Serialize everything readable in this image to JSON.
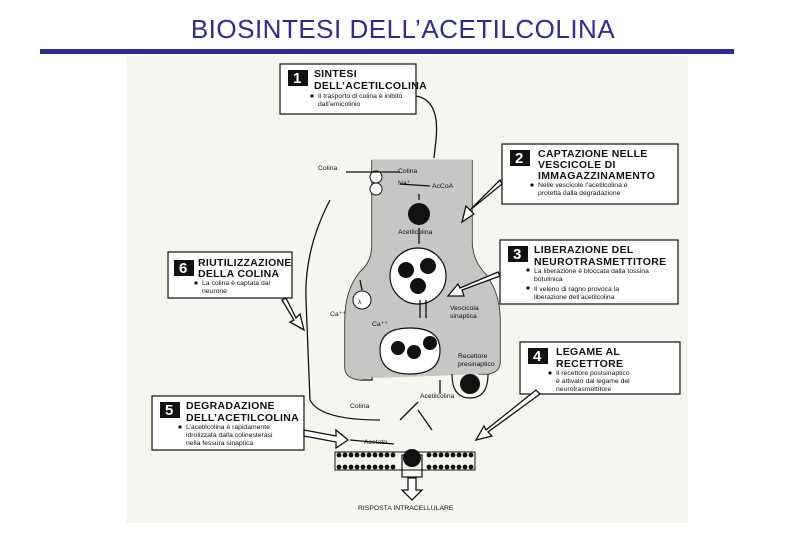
{
  "title": "BIOSINTESI DELL’ACETILCOLINA",
  "steps": [
    {
      "num": "1",
      "head": [
        "SINTESI",
        "DELL’ACETILCOLINA"
      ],
      "bullets": [
        [
          "Il trasporto di colina è inibito",
          "dall’emicolinio"
        ]
      ]
    },
    {
      "num": "2",
      "head": [
        "CAPTAZIONE NELLE",
        "VESCICOLE DI",
        "IMMAGAZZINAMENTO"
      ],
      "bullets": [
        [
          "Nelle vescicole l’acetilcolina è",
          "protetta dalla degradazione"
        ]
      ]
    },
    {
      "num": "3",
      "head": [
        "LIBERAZIONE DEL",
        "NEUROTRASMETTITORE"
      ],
      "bullets": [
        [
          "La liberazione è bloccata dalla tossina",
          "botulinica"
        ],
        [
          "Il veleno di ragno provoca la",
          "liberazione dell’acetilcolina"
        ]
      ]
    },
    {
      "num": "4",
      "head": [
        "LEGAME AL",
        "RECETTORE"
      ],
      "bullets": [
        [
          "Il recettore postsinaptico",
          "è attivato dal legame del",
          "neurotrasmettitore"
        ]
      ]
    },
    {
      "num": "5",
      "head": [
        "DEGRADAZIONE",
        "DELL’ACETILCOLINA"
      ],
      "bullets": [
        [
          "L’acetilcolina è rapidamente",
          "idrolizzata dalla colinesterasi",
          "nella fessura sinaptica"
        ]
      ]
    },
    {
      "num": "6",
      "head": [
        "RIUTILIZZAZIONE",
        "DELLA COLINA"
      ],
      "bullets": [
        [
          "La colina è captata dal",
          "neurone"
        ]
      ]
    }
  ],
  "labels": {
    "colina_out": "Colina",
    "colina_in": "Colina",
    "na": "Na⁺",
    "acetyl_coa": "AcCoA",
    "acetilcolina_top": "Acetilcolina",
    "vesicola": [
      "Vescicola",
      "sinaptica"
    ],
    "ca_out": "Ca⁺⁺",
    "ca_in": "Ca⁺⁺",
    "lambda": "λ",
    "recettore": [
      "Recettore",
      "presinaptico"
    ],
    "colina_cleft": "Colina",
    "acetilcolina_cleft": "Acetilcolina",
    "acetato": "Acetato",
    "risposta": "RISPOSTA INTRACELLULARE"
  }
}
